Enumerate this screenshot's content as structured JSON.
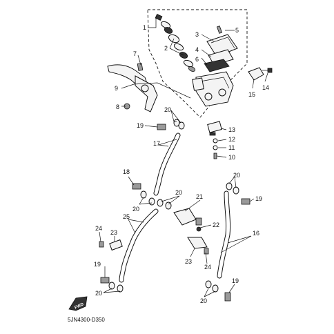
{
  "diagram": {
    "drawing_code": "5JN4300-D350",
    "forward_arrow": "FWD",
    "callouts": [
      "1",
      "2",
      "3",
      "4",
      "5",
      "6",
      "7",
      "8",
      "9",
      "10",
      "11",
      "12",
      "13",
      "14",
      "15",
      "16",
      "19",
      "20",
      "21",
      "22",
      "23",
      "24",
      "25",
      "17",
      "18"
    ]
  }
}
